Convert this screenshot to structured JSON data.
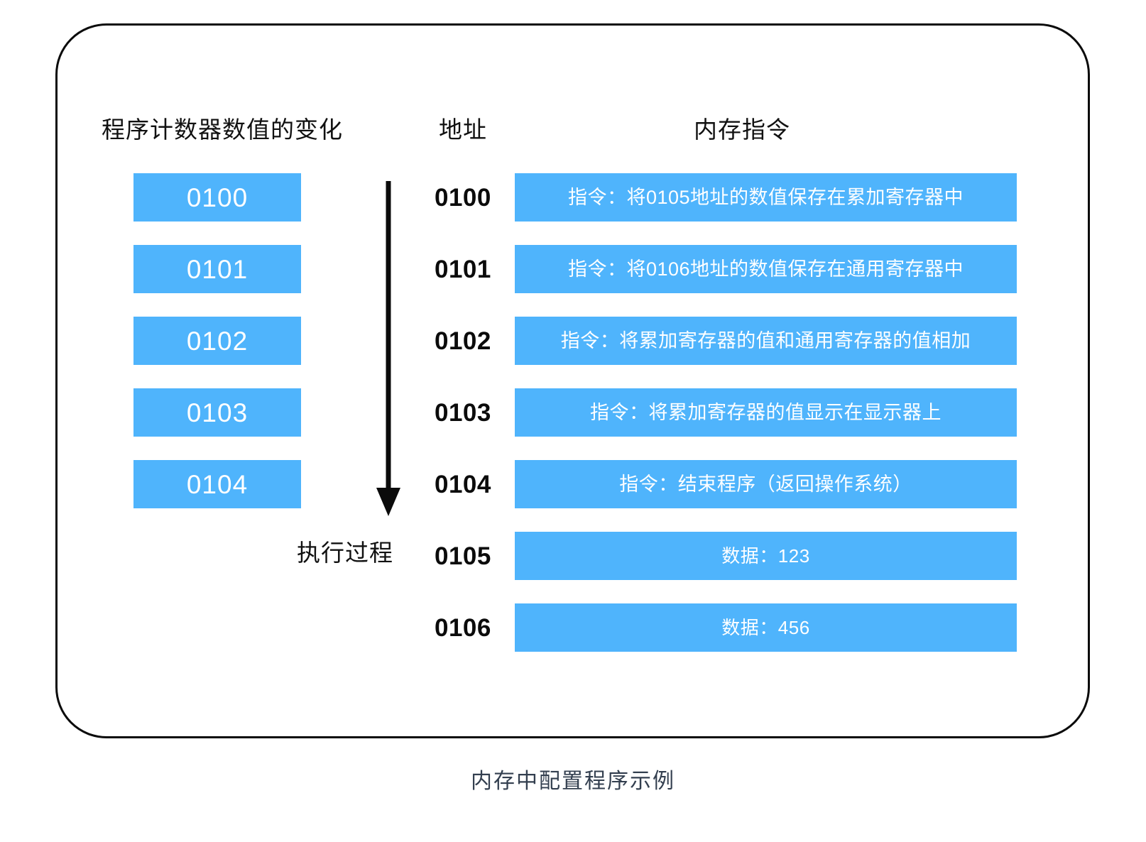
{
  "figure": {
    "caption": "内存中配置程序示例",
    "caption_color": "#333f4f",
    "frame_border_color": "#0b0b0b",
    "accent_color": "#4fb4fc",
    "background_color": "#ffffff"
  },
  "headers": {
    "program_counter": "程序计数器数值的变化",
    "address": "地址",
    "memory_instruction": "内存指令"
  },
  "program_counter": {
    "values": [
      "0100",
      "0101",
      "0102",
      "0103",
      "0104"
    ]
  },
  "execution_flow": {
    "arrow_label": "执行过程",
    "arrow_icon": "down-arrow-icon",
    "direction": "down"
  },
  "memory": {
    "rows": [
      {
        "address": "0100",
        "content": "指令：将0105地址的数值保存在累加寄存器中",
        "kind": "instruction"
      },
      {
        "address": "0101",
        "content": "指令：将0106地址的数值保存在通用寄存器中",
        "kind": "instruction"
      },
      {
        "address": "0102",
        "content": "指令：将累加寄存器的值和通用寄存器的值相加",
        "kind": "instruction"
      },
      {
        "address": "0103",
        "content": "指令：将累加寄存器的值显示在显示器上",
        "kind": "instruction"
      },
      {
        "address": "0104",
        "content": "指令：结束程序（返回操作系统）",
        "kind": "instruction"
      },
      {
        "address": "0105",
        "content": "数据：123",
        "kind": "data"
      },
      {
        "address": "0106",
        "content": "数据：456",
        "kind": "data"
      }
    ]
  }
}
